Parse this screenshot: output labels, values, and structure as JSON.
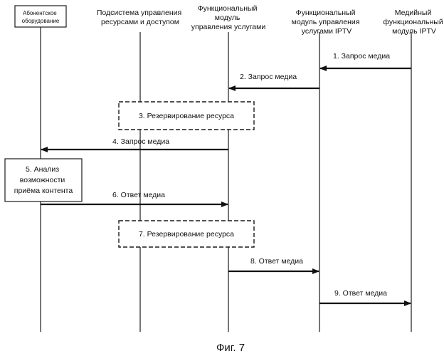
{
  "entities": [
    {
      "lines": [
        "Абонентское",
        "оборудование"
      ]
    },
    {
      "lines": [
        "Подсистема управления",
        "ресурсами и доступом"
      ]
    },
    {
      "lines": [
        "Функциональный",
        "модуль",
        "управления услугами"
      ]
    },
    {
      "lines": [
        "Функциональный",
        "модуль управления",
        "услугами IPTV"
      ]
    },
    {
      "lines": [
        "Медийный",
        "функциональный",
        "модуль IPTV"
      ]
    }
  ],
  "messages": [
    {
      "label": "1. Запрос медиа",
      "from": 4,
      "to": 3
    },
    {
      "label": "2. Запрос медиа",
      "from": 3,
      "to": 2
    },
    {
      "label": "4. Запрос медиа",
      "from": 2,
      "to": 0
    },
    {
      "label": "6. Ответ медиа",
      "from": 0,
      "to": 2
    },
    {
      "label": "8. Ответ медиа",
      "from": 2,
      "to": 3
    },
    {
      "label": "9. Ответ медиа",
      "from": 3,
      "to": 4
    }
  ],
  "boxes": [
    {
      "lines": [
        "3. Резервирование ресурса"
      ],
      "style": "dashed"
    },
    {
      "lines": [
        "5. Анализ",
        "возможности",
        "приёма контента"
      ],
      "style": "solid"
    },
    {
      "lines": [
        "7. Резервирование ресурса"
      ],
      "style": "dashed"
    }
  ],
  "caption": "Фиг. 7"
}
